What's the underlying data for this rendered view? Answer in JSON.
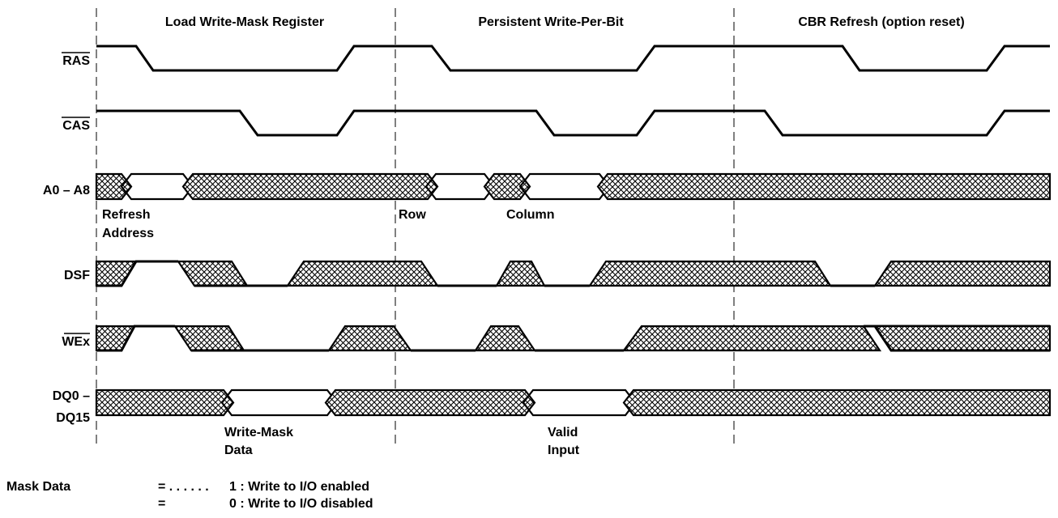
{
  "phases": [
    "Load Write-Mask Register",
    "Persistent Write-Per-Bit",
    "CBR Refresh (option reset)"
  ],
  "signals": {
    "ras": "RAS",
    "cas": "CAS",
    "addr": "A0 – A8",
    "dsf": "DSF",
    "we": "WEx",
    "dq_line1": "DQ0 –",
    "dq_line2": "DQ15"
  },
  "annotations": {
    "refresh_line1": "Refresh",
    "refresh_line2": "Address",
    "row": "Row",
    "column": "Column",
    "wmask_line1": "Write-Mask",
    "wmask_line2": "Data",
    "valid_line1": "Valid",
    "valid_line2": "Input"
  },
  "legend": {
    "label": "Mask Data",
    "line1_eq": "= . . . . . .",
    "line1_text": "1 : Write to I/O enabled",
    "line2_eq": "=",
    "line2_text": "0 : Write to I/O disabled"
  }
}
